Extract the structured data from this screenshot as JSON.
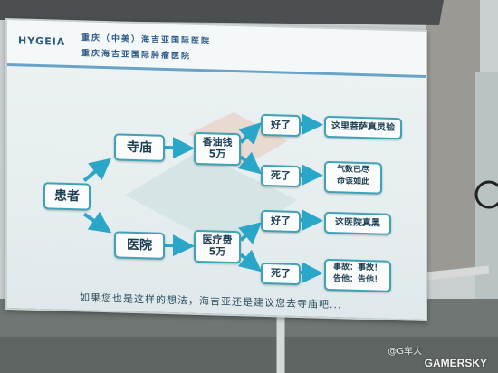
{
  "billboard": {
    "logo": "HYGEIA",
    "hospital_line1": "重庆（中美）海吉亚国际医院",
    "hospital_line2": "重庆海吉亚国际肿瘤医院",
    "patient": "患者",
    "temple": "寺庙",
    "temple_cost": [
      "香油钱",
      "5万"
    ],
    "hospital": "医院",
    "hospital_cost": [
      "医疗费",
      "5万"
    ],
    "good1": "好了",
    "dead1": "死了",
    "good2": "好了",
    "dead2": "死了",
    "res_temple_good": "这里菩萨真灵验",
    "res_temple_dead": [
      "气数已尽",
      "命该如此"
    ],
    "res_hosp_good": "这医院真黑",
    "res_hosp_dead": [
      "事故：事故！",
      "告他：告他！"
    ],
    "footer": "如果您也是这样的想法，海吉亚还是建议您去寺庙吧..."
  },
  "watermark": {
    "handle": "@G车大",
    "brand": "GAMERSKY"
  },
  "colors": {
    "box_border": "#3ea3b5",
    "arrow": "#2aa6c9",
    "header_bar": "#6aa3c8"
  }
}
